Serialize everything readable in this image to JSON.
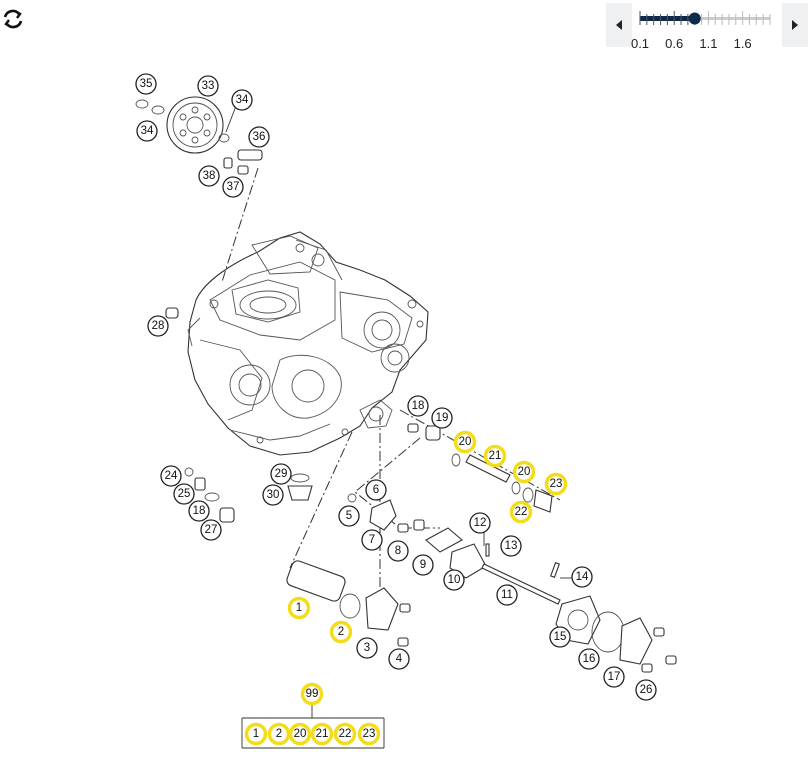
{
  "toolbar": {
    "reload_icon": "reload-icon",
    "zoom": {
      "prev_icon": "chevron-left-icon",
      "next_icon": "chevron-right-icon",
      "min": 0.1,
      "max": 2.0,
      "value": 0.9,
      "tick_labels": [
        "0.1",
        "0.6",
        "1.1",
        "1.6"
      ]
    }
  },
  "colors": {
    "highlight": "#f3dc1a",
    "slider_fill": "#0e2a4a"
  },
  "callouts": [
    {
      "n": "35",
      "hl": false
    },
    {
      "n": "33",
      "hl": false
    },
    {
      "n": "34",
      "hl": false
    },
    {
      "n": "34",
      "hl": false
    },
    {
      "n": "36",
      "hl": false
    },
    {
      "n": "38",
      "hl": false
    },
    {
      "n": "37",
      "hl": false
    },
    {
      "n": "28",
      "hl": false
    },
    {
      "n": "18",
      "hl": false
    },
    {
      "n": "19",
      "hl": false
    },
    {
      "n": "20",
      "hl": true
    },
    {
      "n": "21",
      "hl": true
    },
    {
      "n": "20",
      "hl": true
    },
    {
      "n": "23",
      "hl": true
    },
    {
      "n": "22",
      "hl": true
    },
    {
      "n": "24",
      "hl": false
    },
    {
      "n": "25",
      "hl": false
    },
    {
      "n": "18",
      "hl": false
    },
    {
      "n": "27",
      "hl": false
    },
    {
      "n": "29",
      "hl": false
    },
    {
      "n": "30",
      "hl": false
    },
    {
      "n": "6",
      "hl": false
    },
    {
      "n": "5",
      "hl": false
    },
    {
      "n": "7",
      "hl": false
    },
    {
      "n": "8",
      "hl": false
    },
    {
      "n": "12",
      "hl": false
    },
    {
      "n": "13",
      "hl": false
    },
    {
      "n": "9",
      "hl": false
    },
    {
      "n": "10",
      "hl": false
    },
    {
      "n": "11",
      "hl": false
    },
    {
      "n": "14",
      "hl": false
    },
    {
      "n": "1",
      "hl": true
    },
    {
      "n": "2",
      "hl": true
    },
    {
      "n": "3",
      "hl": false
    },
    {
      "n": "4",
      "hl": false
    },
    {
      "n": "15",
      "hl": false
    },
    {
      "n": "16",
      "hl": false
    },
    {
      "n": "17",
      "hl": false
    },
    {
      "n": "26",
      "hl": false
    },
    {
      "n": "99",
      "hl": true
    }
  ],
  "kit": {
    "label": "99",
    "items": [
      "1",
      "2",
      "20",
      "21",
      "22",
      "23"
    ]
  }
}
